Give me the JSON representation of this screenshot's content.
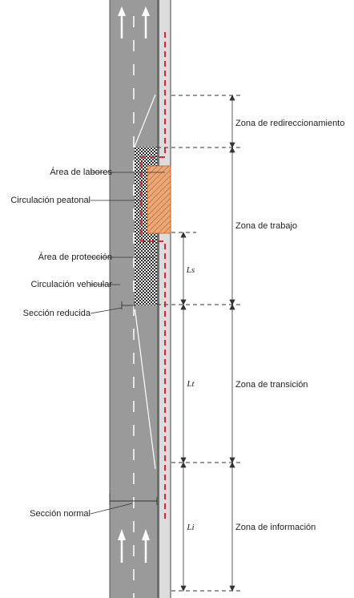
{
  "diagram": {
    "left_labels": {
      "area_labores": "Área de labores",
      "circulacion_peatonal": "Circulación peatonal",
      "area_proteccion": "Área de protección",
      "circulacion_vehicular": "Circulación vehicular",
      "seccion_reducida": "Sección reducida",
      "seccion_normal": "Sección normal"
    },
    "zones": {
      "redireccionamiento": "Zona de redireccionamiento",
      "trabajo": "Zona de trabajo",
      "transicion": "Zona de transición",
      "informacion": "Zona de información"
    },
    "dimensions": {
      "ls": "Ls",
      "lt": "Lt",
      "li": "Li"
    },
    "colors": {
      "road": "#9a9a9a",
      "sidewalk": "#d8d8d8",
      "curb": "#6f6f6f",
      "pedestrian_route": "#e0262a",
      "work_area": "#e59a64",
      "protection_area": "#333333",
      "lane_marking": "#ffffff"
    },
    "icons": [
      "straight-arrow-icon"
    ]
  }
}
